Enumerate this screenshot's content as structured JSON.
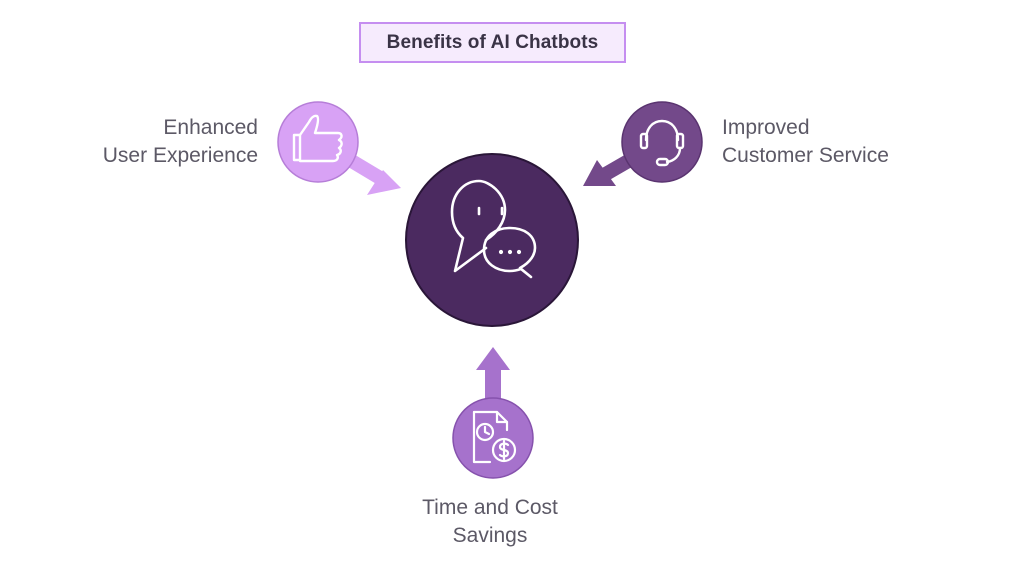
{
  "title": "Benefits of AI Chatbots",
  "center": {
    "icon": "chat-bubbles-icon",
    "color": "#4b2a60"
  },
  "benefits": [
    {
      "line1": "Enhanced",
      "line2": "User Experience",
      "icon": "thumbs-up-icon",
      "color": "#d8a2f5"
    },
    {
      "line1": "Improved",
      "line2": "Customer Service",
      "icon": "headset-icon",
      "color": "#73498a"
    },
    {
      "line1": "Time and Cost",
      "line2": "Savings",
      "icon": "time-money-document-icon",
      "color": "#a672cc"
    }
  ]
}
